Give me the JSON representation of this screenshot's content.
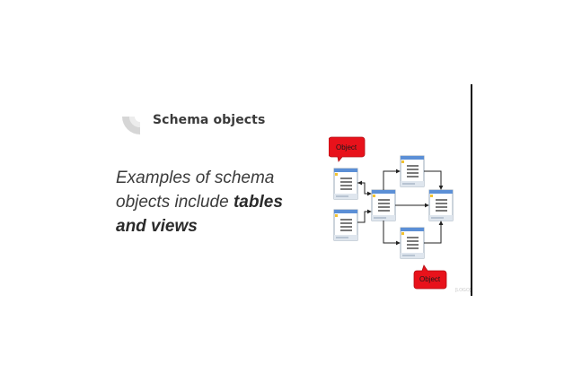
{
  "slide": {
    "title": "Schema objects",
    "body_lines": [
      {
        "text": "Examples of schema",
        "bold": ""
      },
      {
        "text": "objects include ",
        "bold": "tables"
      },
      {
        "text": "",
        "bold": "and views"
      }
    ]
  },
  "diagram": {
    "callout_top": "Object",
    "callout_bottom": "Object",
    "watermark": "[LOGO]"
  },
  "colors": {
    "callout_red": "#e8121b",
    "table_blue": "#5b8fd6",
    "table_border": "#9aa8b8",
    "title_mark": "#cfcfcf"
  },
  "icons": [
    "quarter-circle-mark-icon",
    "table-icon",
    "arrow-icon",
    "speech-callout-icon"
  ]
}
